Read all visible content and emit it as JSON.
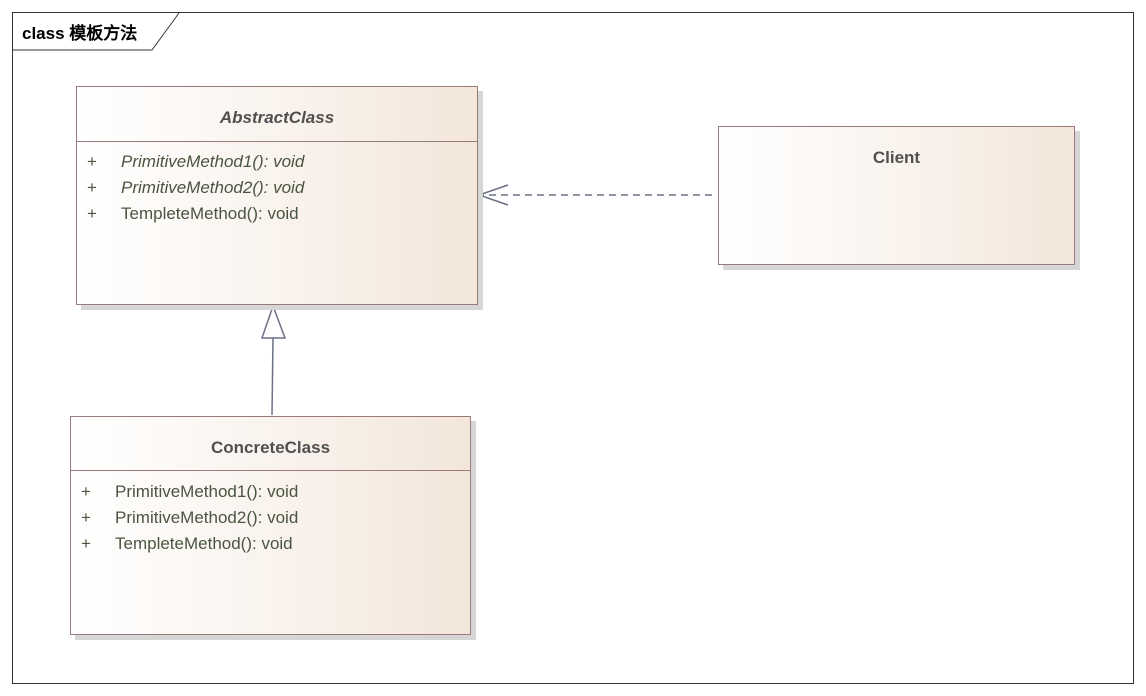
{
  "frame": {
    "keyword": "class",
    "name": "模板方法"
  },
  "classes": {
    "abstract": {
      "name": "AbstractClass",
      "is_abstract": true,
      "operations": [
        {
          "visibility": "+",
          "signature": "PrimitiveMethod1(): void",
          "abstract": true
        },
        {
          "visibility": "+",
          "signature": "PrimitiveMethod2(): void",
          "abstract": true
        },
        {
          "visibility": "+",
          "signature": "TempleteMethod(): void",
          "abstract": false
        }
      ]
    },
    "concrete": {
      "name": "ConcreteClass",
      "is_abstract": false,
      "operations": [
        {
          "visibility": "+",
          "signature": "PrimitiveMethod1(): void",
          "abstract": false
        },
        {
          "visibility": "+",
          "signature": "PrimitiveMethod2(): void",
          "abstract": false
        },
        {
          "visibility": "+",
          "signature": "TempleteMethod(): void",
          "abstract": false
        }
      ]
    },
    "client": {
      "name": "Client",
      "is_abstract": false,
      "operations": []
    }
  },
  "relations": [
    {
      "type": "generalization",
      "from": "ConcreteClass",
      "to": "AbstractClass"
    },
    {
      "type": "dependency",
      "from": "Client",
      "to": "AbstractClass"
    }
  ],
  "colors": {
    "border": "#9a7b7b",
    "connector": "#6a7186",
    "title_text": "#505050",
    "op_text": "#4a5540"
  }
}
